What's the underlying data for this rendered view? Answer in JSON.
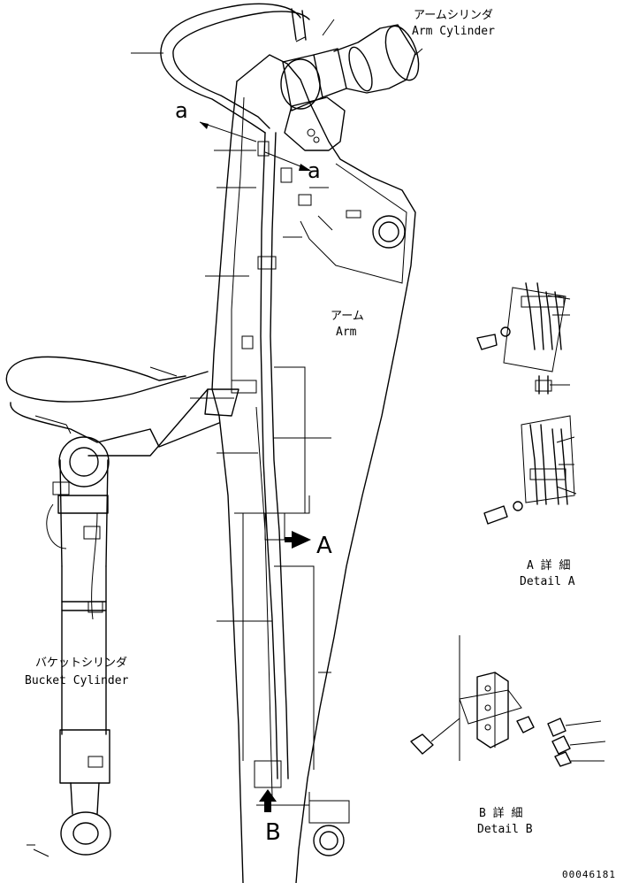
{
  "labels": {
    "arm_cylinder_jp": "アームシリンダ",
    "arm_cylinder_en": "Arm Cylinder",
    "arm_jp": "アーム",
    "arm_en": "Arm",
    "bucket_cylinder_jp": "バケットシリンダ",
    "bucket_cylinder_en": "Bucket Cylinder",
    "detail_a_jp": "A 詳 細",
    "detail_a_en": "Detail A",
    "detail_b_jp": "B 詳 細",
    "detail_b_en": "Detail B",
    "view_a_upper": "a",
    "view_a_lower": "a",
    "view_A": "A",
    "view_B": "B",
    "drawing_number": "00046181"
  }
}
